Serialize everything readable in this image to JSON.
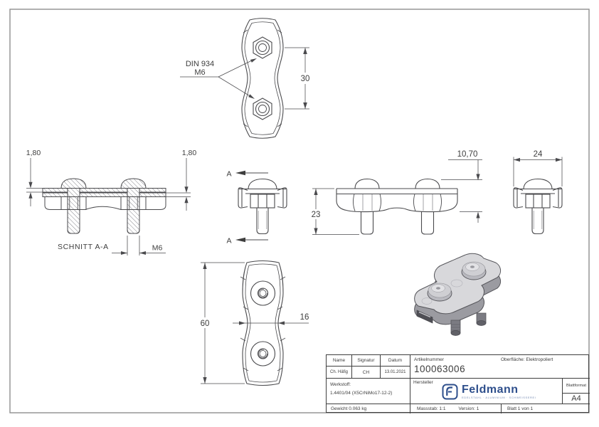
{
  "notes": {
    "din_line1": "DIN 934",
    "din_line2": "M6",
    "section_title": "SCHNITT A-A",
    "section_marker": "A"
  },
  "dims": {
    "nut_spacing": "30",
    "thickness_left": "1,80",
    "thickness_right": "1,80",
    "thread": "M6",
    "height": "23",
    "protrusion": "10,70",
    "width": "24",
    "length": "60",
    "waist_width": "16"
  },
  "title_block": {
    "name_label": "Name",
    "signatur_label": "Signatur",
    "datum_label": "Datum",
    "name_value": "Ch. Häfig",
    "signatur_value": "CH",
    "datum_value": "13.01.2021",
    "artikelnummer_label": "Artikelnummer",
    "artikelnummer_value": "100063006",
    "oberflaeche": "Oberfläche:  Elektropoliert",
    "werkstoff_label": "Werkstoff:",
    "werkstoff_value": "1.4401/04 (X5CrNiMo17-12-2)",
    "hersteller_label": "Hersteller",
    "blattformat_label": "Blattformat",
    "blattformat_value": "A4",
    "gewicht": "Gewicht 0.063 kg",
    "massstab": "Massstab: 1:1",
    "version": "Version: 1",
    "blatt": "Blatt 1 von 1",
    "logo_brand": "Feldmann",
    "logo_tagline": "EDELSTAHL · ALUMINIUM · SCHWEISSEREI",
    "brand_color": "#2e4f8c"
  }
}
